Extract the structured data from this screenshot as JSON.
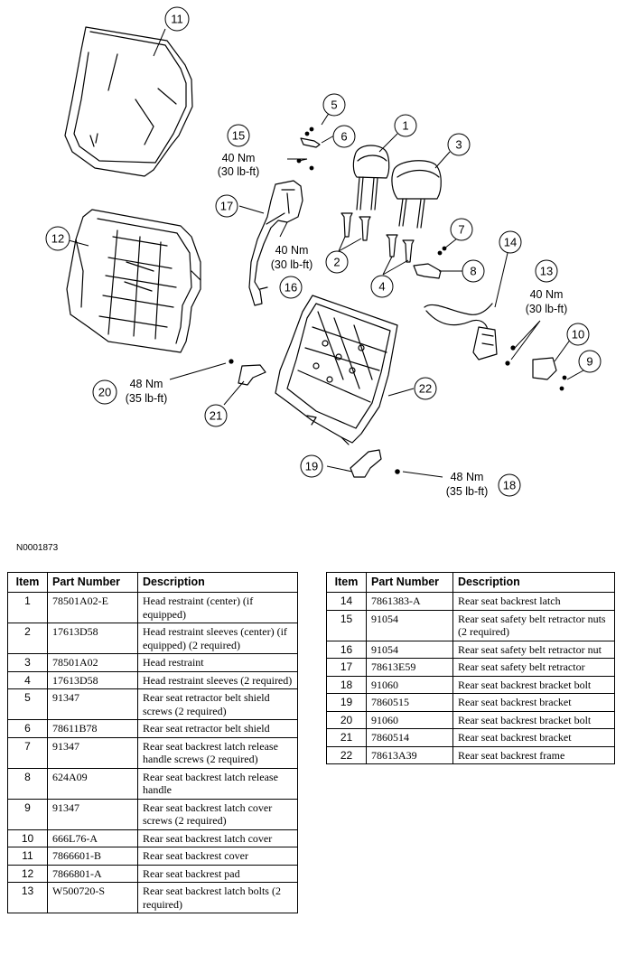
{
  "figure_id": "N0001873",
  "callouts": [
    "1",
    "2",
    "3",
    "4",
    "5",
    "6",
    "7",
    "8",
    "9",
    "10",
    "11",
    "12",
    "13",
    "14",
    "15",
    "16",
    "17",
    "18",
    "19",
    "20",
    "21",
    "22"
  ],
  "torque_labels": {
    "t15": [
      "40 Nm",
      "(30 lb-ft)"
    ],
    "t16": [
      "40 Nm",
      "(30 lb-ft)"
    ],
    "t13": [
      "40 Nm",
      "(30 lb-ft)"
    ],
    "t20": [
      "48 Nm",
      "(35 lb-ft)"
    ],
    "t18": [
      "48 Nm",
      "(35 lb-ft)"
    ]
  },
  "table": {
    "headers": [
      "Item",
      "Part Number",
      "Description"
    ],
    "left_rows": [
      {
        "item": "1",
        "part": "78501A02-E",
        "desc": "Head restraint (center) (if equipped)"
      },
      {
        "item": "2",
        "part": "17613D58",
        "desc": "Head restraint sleeves (center) (if equipped) (2 required)"
      },
      {
        "item": "3",
        "part": "78501A02",
        "desc": "Head restraint"
      },
      {
        "item": "4",
        "part": "17613D58",
        "desc": "Head restraint sleeves (2 required)"
      },
      {
        "item": "5",
        "part": "91347",
        "desc": "Rear seat retractor belt shield screws (2 required)"
      },
      {
        "item": "6",
        "part": "78611B78",
        "desc": "Rear seat retractor belt shield"
      },
      {
        "item": "7",
        "part": "91347",
        "desc": "Rear seat backrest latch release handle screws (2 required)"
      },
      {
        "item": "8",
        "part": "624A09",
        "desc": "Rear seat backrest latch release handle"
      },
      {
        "item": "9",
        "part": "91347",
        "desc": "Rear seat backrest latch cover screws (2 required)"
      },
      {
        "item": "10",
        "part": "666L76-A",
        "desc": "Rear seat backrest latch cover"
      },
      {
        "item": "11",
        "part": "7866601-B",
        "desc": "Rear seat backrest cover"
      },
      {
        "item": "12",
        "part": "7866801-A",
        "desc": "Rear seat backrest pad"
      },
      {
        "item": "13",
        "part": "W500720-S",
        "desc": "Rear seat backrest latch bolts (2 required)"
      }
    ],
    "right_rows": [
      {
        "item": "14",
        "part": "7861383-A",
        "desc": "Rear seat backrest latch"
      },
      {
        "item": "15",
        "part": "91054",
        "desc": "Rear seat safety belt retractor nuts (2 required)"
      },
      {
        "item": "16",
        "part": "91054",
        "desc": "Rear seat safety belt retractor nut"
      },
      {
        "item": "17",
        "part": "78613E59",
        "desc": "Rear seat safety belt retractor"
      },
      {
        "item": "18",
        "part": "91060",
        "desc": "Rear seat backrest bracket bolt"
      },
      {
        "item": "19",
        "part": "7860515",
        "desc": "Rear seat backrest bracket"
      },
      {
        "item": "20",
        "part": "91060",
        "desc": "Rear seat backrest bracket bolt"
      },
      {
        "item": "21",
        "part": "7860514",
        "desc": "Rear seat backrest bracket"
      },
      {
        "item": "22",
        "part": "78613A39",
        "desc": "Rear seat backrest frame"
      }
    ]
  }
}
